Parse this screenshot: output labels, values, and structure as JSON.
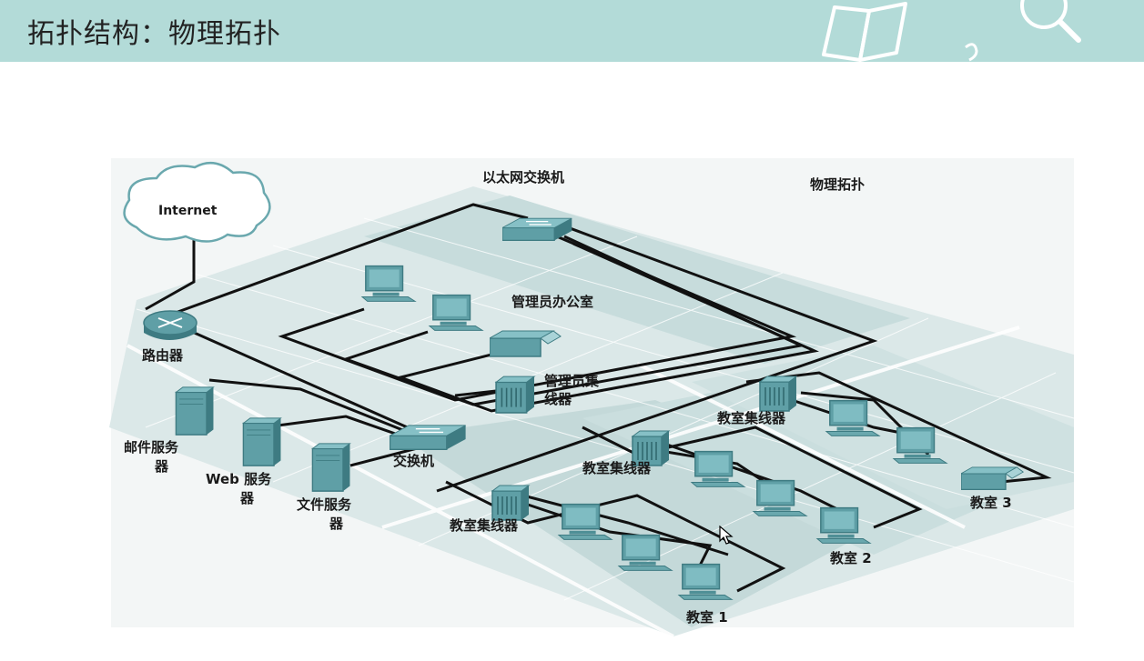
{
  "slide": {
    "title": "拓扑结构：物理拓扑"
  },
  "diagram": {
    "internet": "Internet",
    "router": "路由器",
    "ethernet_switch": "以太网交换机",
    "physical_topology": "物理拓扑",
    "admin_office": "管理员办公室",
    "admin_hub_line1": "管理员集",
    "admin_hub_line2": "线器",
    "switch": "交换机",
    "mail_server_line1": "邮件服务",
    "mail_server_line2": "器",
    "web_server_line1": "Web 服务",
    "web_server_line2": "器",
    "file_server_line1": "文件服务",
    "file_server_line2": "器",
    "classroom_hub_1": "教室集线器",
    "classroom_hub_2": "教室集线器",
    "classroom_hub_3": "教室集线器",
    "classroom_1": "教室 1",
    "classroom_2": "教室 2",
    "classroom_3": "教室 3"
  },
  "colors": {
    "header": "#b3dbd8",
    "floor": "#c6dcdc",
    "floor_light": "#dde9e9",
    "device": "#5f9fa6",
    "device_dark": "#3e7b82",
    "cable": "#111111"
  }
}
